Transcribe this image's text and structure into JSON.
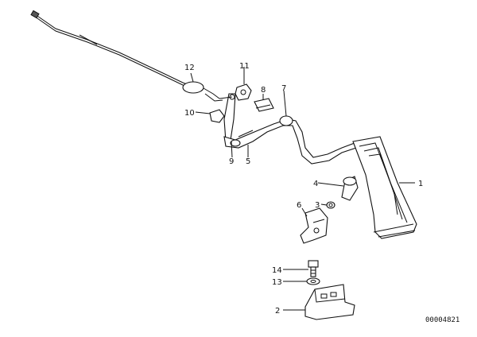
{
  "diagram": {
    "reference_number": "00004821",
    "callouts": [
      {
        "id": "callout-1",
        "label": "1"
      },
      {
        "id": "callout-2",
        "label": "2"
      },
      {
        "id": "callout-4",
        "label": "4"
      },
      {
        "id": "callout-5",
        "label": "5"
      },
      {
        "id": "callout-6",
        "label": "6"
      },
      {
        "id": "callout-7",
        "label": "7"
      },
      {
        "id": "callout-8",
        "label": "8"
      },
      {
        "id": "callout-9",
        "label": "9"
      },
      {
        "id": "callout-10",
        "label": "10"
      },
      {
        "id": "callout-11",
        "label": "11"
      },
      {
        "id": "callout-12",
        "label": "12"
      },
      {
        "id": "callout-13",
        "label": "13"
      },
      {
        "id": "callout-14",
        "label": "14"
      },
      {
        "id": "callout-3",
        "label": "3"
      }
    ]
  }
}
